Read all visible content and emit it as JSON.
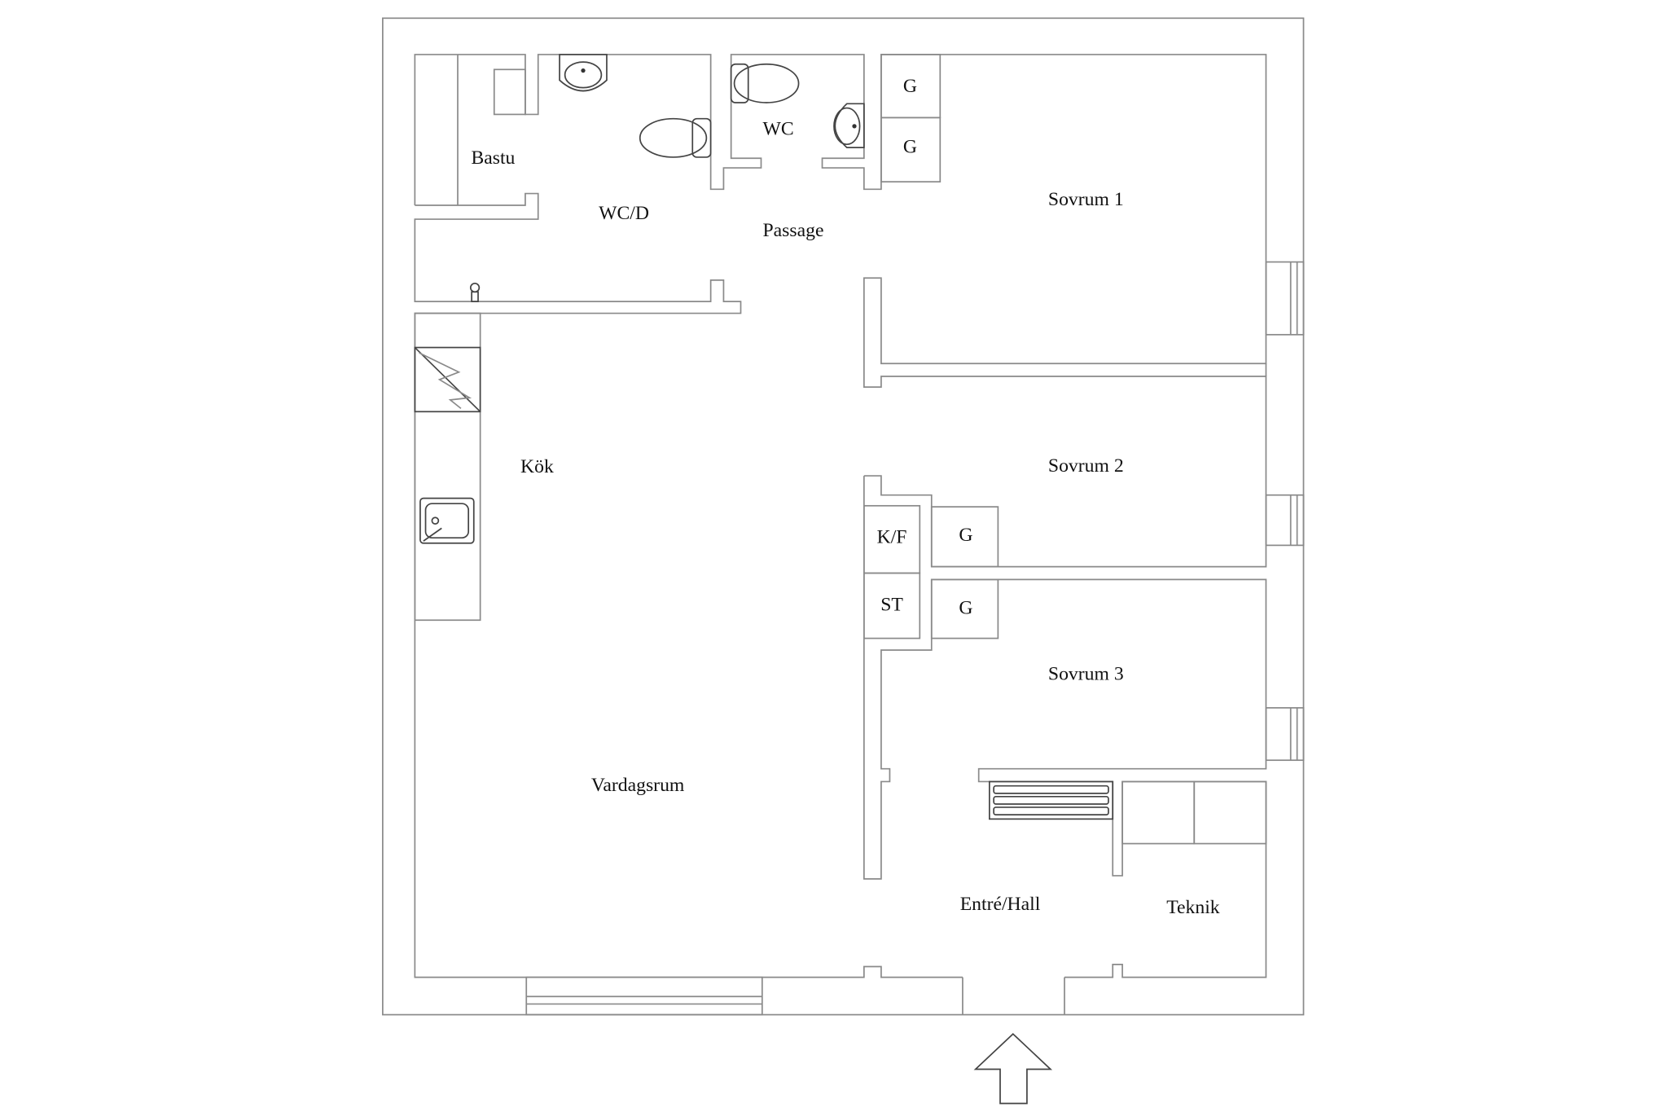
{
  "plan": {
    "rooms": {
      "bastu": "Bastu",
      "wcd": "WC/D",
      "wc": "WC",
      "passage": "Passage",
      "sovrum1": "Sovrum 1",
      "sovrum2": "Sovrum 2",
      "sovrum3": "Sovrum 3",
      "kok": "Kök",
      "vardagsrum": "Vardagsrum",
      "entre": "Entré/Hall",
      "teknik": "Teknik"
    },
    "closets": {
      "g1": "G",
      "g2": "G",
      "g3": "G",
      "g4": "G",
      "kf": "K/F",
      "st": "ST"
    },
    "entrance_arrow": "arrow-up-icon"
  }
}
